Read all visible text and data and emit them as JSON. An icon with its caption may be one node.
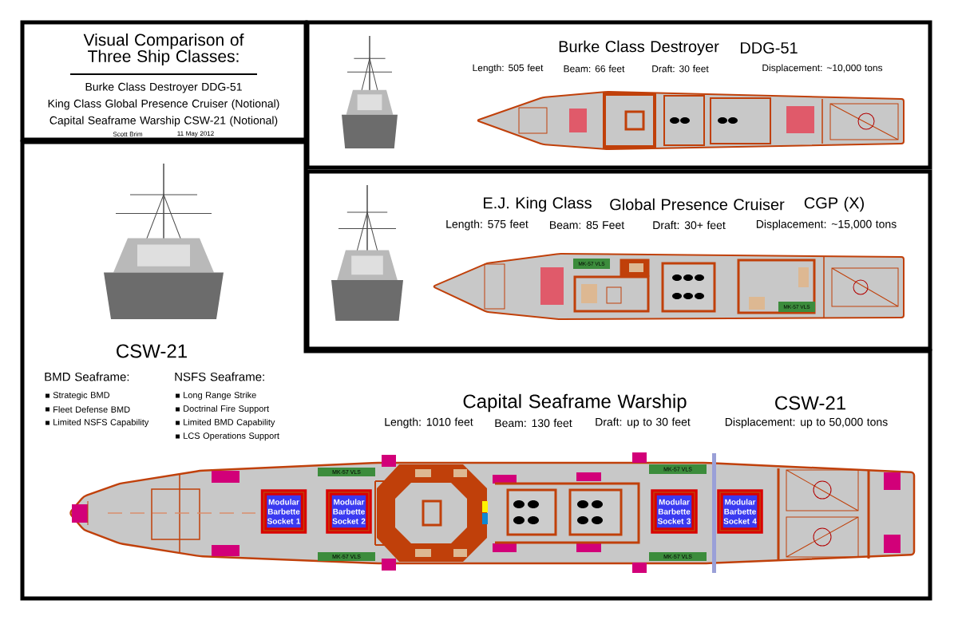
{
  "diagram": {
    "nodes": [
      {
        "text": [
          "Visual Comparison of Three Ship Classes:",
          "Burke Class Destroyer  DDG-51",
          "King Class Global Presence Cruiser (Notional)",
          "Capital Seaframe Warship CSW-21 (Notional)",
          "Scott Brim",
          "11 May 2012"
        ]
      },
      {
        "text": [
          "Burke Class Destroyer",
          "DDG-51",
          "Length: 505 feet",
          "Beam: 66 feet",
          "Draft: 30 feet",
          "Displacement: ~10,000 tons"
        ]
      },
      {
        "text": [
          "E.J. King Class",
          "Global Presence Cruiser",
          "CGP (X)",
          "Length: 575 feet",
          "Beam: 85 Feet",
          "Draft: 30+ feet",
          "Displacement: ~15,000 tons"
        ]
      },
      {
        "text": [
          "CSW-21",
          "BMD Seaframe:",
          "Strategic BMD",
          "Fleet Defense BMD",
          "Limited NSFS Capability",
          "NSFS Seaframe:",
          "Long Range Strike",
          "Doctrinal Fire Support",
          "Limited BMD Capability",
          "LCS Operations Support",
          "Capital Seaframe Warship",
          "CSW-21",
          "Length: 1010 feet",
          "Beam: 130 feet",
          "Draft: up to 30 feet",
          "Displacement: up to 50,000 tons"
        ]
      },
      {
        "text": [
          "MK-57 VLS"
        ],
        "in": 2
      },
      {
        "text": [
          "MK-57 VLS"
        ],
        "in": 2
      },
      {
        "text": [
          "MK-57 VLS"
        ],
        "in": 3
      },
      {
        "text": [
          "MK-57 VLS"
        ],
        "in": 3
      },
      {
        "text": [
          "Modular Barbette Socket 1"
        ],
        "in": 3
      },
      {
        "text": [
          "Modular Barbette Socket 2"
        ],
        "in": 3
      },
      {
        "text": [
          "Modular Barbette Socket 3"
        ],
        "in": 3
      },
      {
        "text": [
          "Modular Barbette Socket 4"
        ],
        "in": 3
      },
      {
        "text": [
          "MK-57 VLS"
        ],
        "in": 3
      },
      {
        "text": [
          "MK-57 VLS"
        ],
        "in": 3
      }
    ],
    "edges": []
  }
}
